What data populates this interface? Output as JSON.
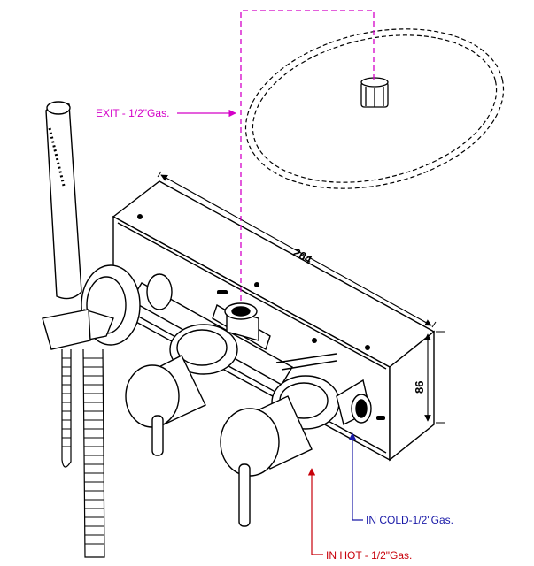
{
  "labels": {
    "exit": "EXIT - 1/2\"Gas.",
    "in_cold": "IN COLD-1/2\"Gas.",
    "in_hot": "IN HOT - 1/2\"Gas."
  },
  "dimensions": {
    "width": "264",
    "height": "86"
  },
  "colors": {
    "exit": "#d400c8",
    "in_cold": "#1a1aa8",
    "in_hot": "#c8000a",
    "line": "#000000"
  }
}
